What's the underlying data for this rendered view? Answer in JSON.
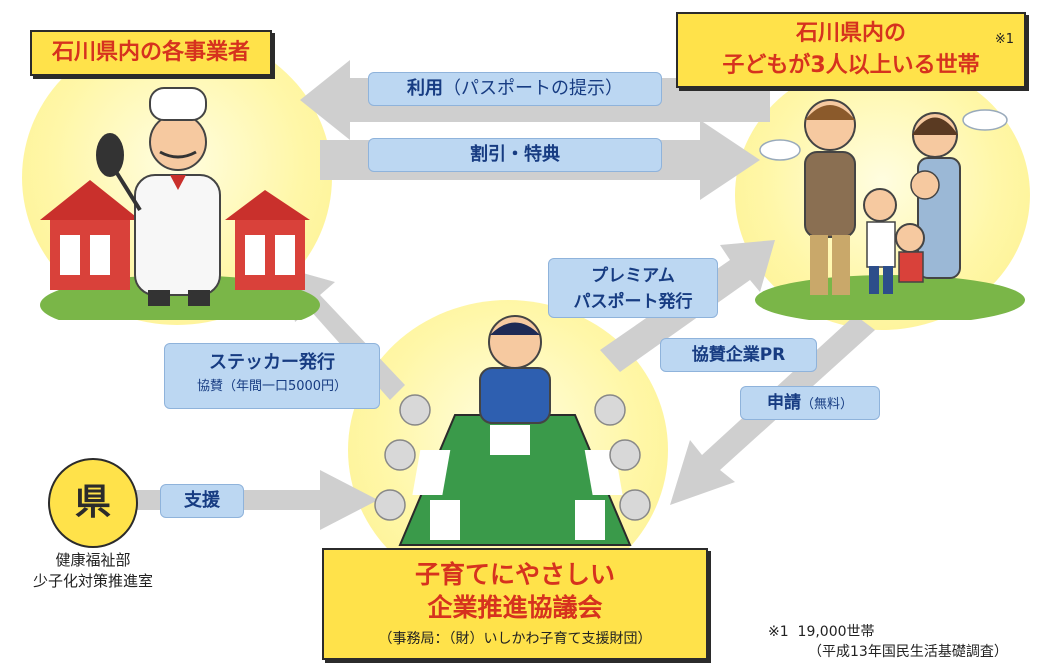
{
  "business": {
    "title": "石川県内の各事業者"
  },
  "household": {
    "line1": "石川県内の",
    "line2": "子どもが3人以上いる世帯",
    "note_mark": "※1"
  },
  "arrows": {
    "use": {
      "main": "利用",
      "sub": "（パスポートの提示）"
    },
    "discount": "割引・特典",
    "premium": {
      "line1": "プレミアム",
      "line2": "パスポート発行"
    },
    "pr": "協賛企業PR",
    "apply": {
      "main": "申請",
      "sub": "（無料）"
    },
    "sticker": {
      "line1": "ステッカー発行",
      "line2": "協賛（年間一口5000円）"
    },
    "support": "支援"
  },
  "prefecture": {
    "circle": "県",
    "dept1": "健康福祉部",
    "dept2": "少子化対策推進室"
  },
  "council": {
    "line1": "子育てにやさしい",
    "line2": "企業推進協議会",
    "office": "（事務局：（財）いしかわ子育て支援財団）"
  },
  "footnote": {
    "mark": "※1",
    "value": "19,000世帯",
    "source": "（平成13年国民生活基礎調査）"
  },
  "colors": {
    "title_red": "#d6321e",
    "box_yellow": "#ffe24a",
    "label_blue": "#bcd7f2",
    "arrow_gray": "#cfcfcf"
  }
}
